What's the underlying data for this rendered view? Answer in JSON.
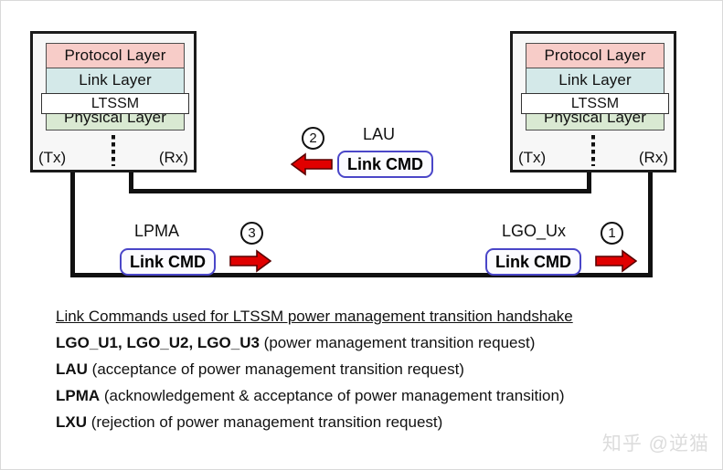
{
  "diagram": {
    "devices": [
      {
        "id": "left-device",
        "layers": [
          {
            "name": "Protocol Layer",
            "color": "#f7ccc8"
          },
          {
            "name": "Link Layer",
            "color": "#d4e9e9"
          },
          {
            "name": "Physical Layer",
            "color": "#d9e9d2"
          }
        ],
        "ltssm": "LTSSM",
        "tx_label": "(Tx)",
        "rx_label": "(Rx)"
      },
      {
        "id": "right-device",
        "layers": [
          {
            "name": "Protocol Layer",
            "color": "#f7ccc8"
          },
          {
            "name": "Link Layer",
            "color": "#d4e9e9"
          },
          {
            "name": "Physical Layer",
            "color": "#d9e9d2"
          }
        ],
        "ltssm": "LTSSM",
        "tx_label": "(Tx)",
        "rx_label": "(Rx)"
      }
    ],
    "messages": [
      {
        "step": "1",
        "name": "LGO_Ux",
        "pill": "Link CMD",
        "direction": "right",
        "arrow_color": "#e00000"
      },
      {
        "step": "2",
        "name": "LAU",
        "pill": "Link CMD",
        "direction": "left",
        "arrow_color": "#e00000"
      },
      {
        "step": "3",
        "name": "LPMA",
        "pill": "Link CMD",
        "direction": "right",
        "arrow_color": "#e00000"
      }
    ]
  },
  "legend": {
    "title": "Link Commands used for LTSSM power management transition handshake",
    "entries": [
      {
        "term": "LGO_U1, LGO_U2, LGO_U3",
        "desc": " (power management transition request)"
      },
      {
        "term": "LAU",
        "desc": " (acceptance of power management transition request)"
      },
      {
        "term": "LPMA",
        "desc": " (acknowledgement & acceptance of power management transition)"
      },
      {
        "term": "LXU",
        "desc": " (rejection of power management transition request)"
      }
    ]
  },
  "watermark": {
    "text": "知乎 @逆猫"
  },
  "colors": {
    "protocol_layer": "#f7ccc8",
    "link_layer": "#d4e9e9",
    "physical_layer": "#d9e9d2",
    "pill_border": "#4a46c8",
    "arrow_red": "#e00000",
    "wire": "#111111"
  }
}
